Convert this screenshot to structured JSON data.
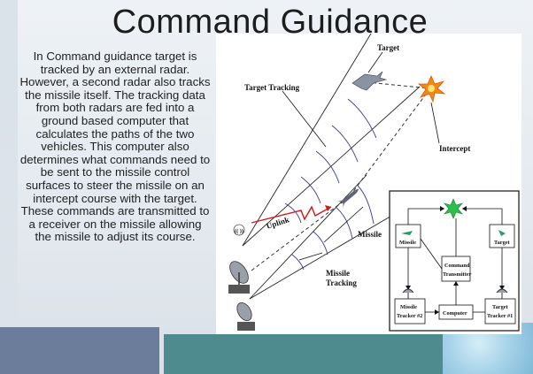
{
  "slide": {
    "title": "Command Guidance",
    "body": "In Command guidance target is tracked by an external radar. However, a second radar also tracks the missile itself. The tracking data from both radars are fed into a ground based computer that calculates the paths of the two vehicles. This computer also determines what commands need to be sent to the missile control surfaces to steer the missile on an intercept course with the target. These commands are transmitted to a receiver on the missile allowing the missile to adjust its course."
  },
  "diagram": {
    "labels": {
      "target": "Target",
      "target_tracking": "Target Tracking",
      "intercept": "Intercept",
      "uplink": "Uplink",
      "missile": "Missile",
      "missile_tracking_1": "Missile",
      "missile_tracking_2": "Tracking",
      "receiver_symbol": "(( ))"
    },
    "block_diagram": {
      "missile": "Missile",
      "target": "Target",
      "command_transmitter_1": "Command",
      "command_transmitter_2": "Transmitter",
      "missile_tracker_1": "Missile",
      "missile_tracker_2": "Tracker #2",
      "computer": "Computer",
      "target_tracker_1": "Target",
      "target_tracker_2": "Tracker #1"
    },
    "colors": {
      "beam": "#3a3a9a",
      "uplink": "#d01818",
      "explosion": "#f08a10",
      "intercept_star": "#2cbf4a",
      "block_border": "#111111"
    }
  }
}
